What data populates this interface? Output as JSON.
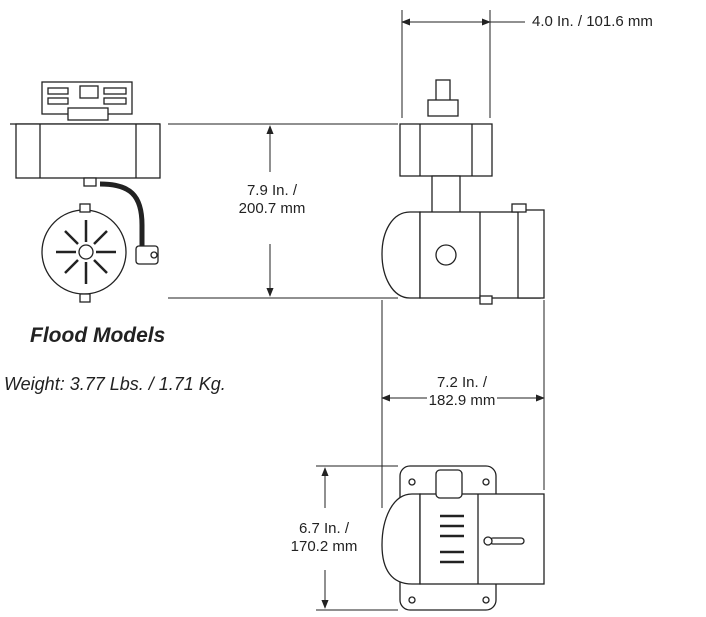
{
  "title": "Flood Models",
  "weight": "Weight: 3.77 Lbs. / 1.71 Kg.",
  "dimensions": {
    "width_top": "4.0 In. / 101.6 mm",
    "height_side_line1": "7.9 In. /",
    "height_side_line2": "200.7 mm",
    "length_line1": "7.2 In. /",
    "length_line2": "182.9 mm",
    "height_bottom_line1": "6.7 In. /",
    "height_bottom_line2": "170.2 mm"
  },
  "colors": {
    "line": "#222222",
    "fill": "#ffffff"
  }
}
